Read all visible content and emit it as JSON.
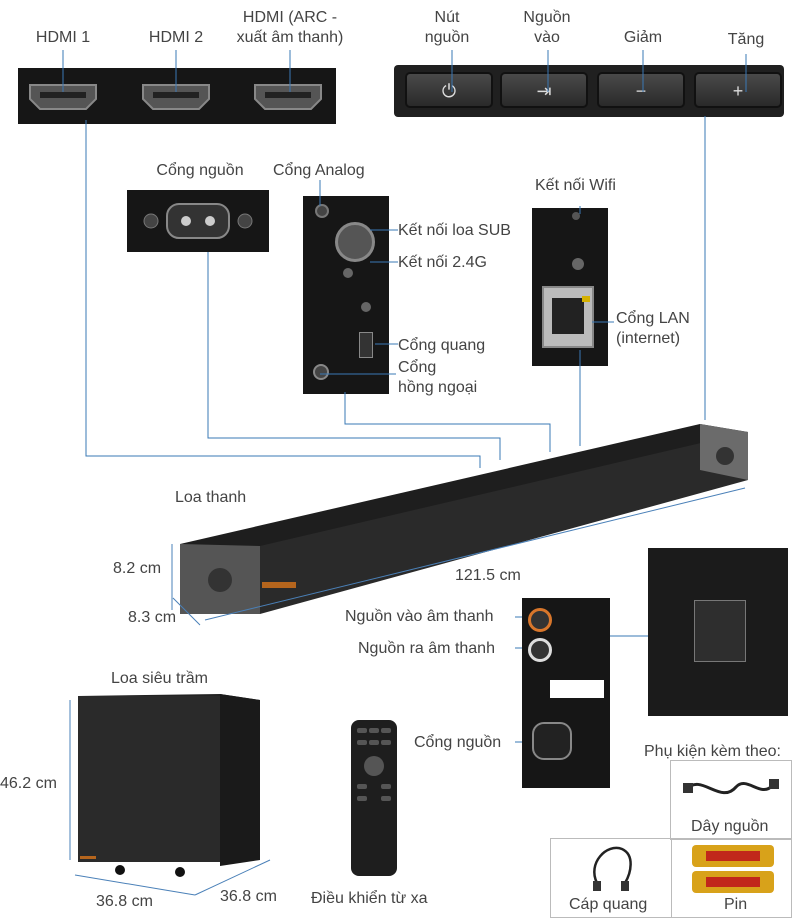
{
  "hdmi_ports": [
    {
      "label": "HDMI 1"
    },
    {
      "label": "HDMI 2"
    },
    {
      "label": "HDMI (ARC -\nxuất âm thanh)"
    }
  ],
  "buttons": [
    {
      "label": "Nút\nnguồn",
      "icon": "power-icon",
      "glyph": "⏻"
    },
    {
      "label": "Nguồn\nvào",
      "icon": "input-icon",
      "glyph": "⇥"
    },
    {
      "label": "Giảm",
      "icon": "minus-icon",
      "glyph": "−"
    },
    {
      "label": "Tăng",
      "icon": "plus-icon",
      "glyph": "+"
    }
  ],
  "ports": {
    "power": "Cổng nguồn",
    "analog": "Cổng Analog",
    "sub": "Kết nối loa SUB",
    "g24": "Kết nối 2.4G",
    "optical": "Cổng quang",
    "ir": "Cổng\nhồng ngoại",
    "wifi": "Kết nối Wifi",
    "lan": "Cổng LAN\n(internet)"
  },
  "soundbar": {
    "title": "Loa thanh",
    "width": "121.5 cm",
    "height": "8.2 cm",
    "depth": "8.3 cm"
  },
  "subwoofer": {
    "title": "Loa siêu trầm",
    "height": "46.2 cm",
    "width": "36.8 cm",
    "depth": "36.8 cm",
    "audio_in": "Nguồn vào âm thanh",
    "audio_out": "Nguồn ra âm thanh",
    "power": "Cổng nguồn"
  },
  "remote": {
    "label": "Điều khiển từ xa"
  },
  "accessories": {
    "title": "Phụ kiện kèm theo:",
    "power_cable": "Dây nguồn",
    "optical_cable": "Cáp quang",
    "battery": "Pin"
  }
}
